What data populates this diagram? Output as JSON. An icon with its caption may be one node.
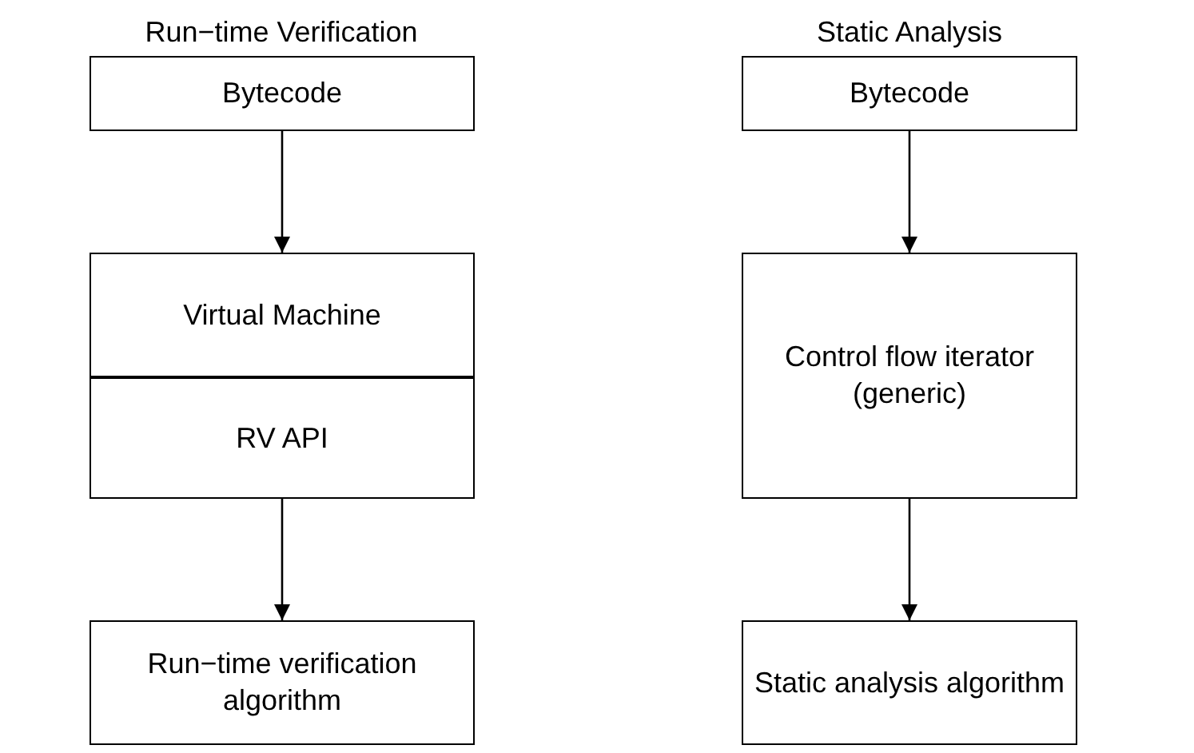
{
  "diagram": {
    "nodes": [
      {
        "text": [
          "Bytecode"
        ]
      },
      {
        "text": [
          "Virtual Machine"
        ]
      },
      {
        "text": [
          "RV API"
        ]
      },
      {
        "text": [
          "Run−time verification algorithm"
        ]
      },
      {
        "text": [
          "Bytecode"
        ]
      },
      {
        "text": [
          "Control flow iterator (generic)"
        ]
      },
      {
        "text": [
          "Static analysis algorithm"
        ]
      }
    ],
    "edges": [
      {
        "from": 0,
        "to": 1,
        "arrow": "to"
      },
      {
        "from": 2,
        "to": 3,
        "arrow": "to"
      },
      {
        "from": 4,
        "to": 5,
        "arrow": "to"
      },
      {
        "from": 5,
        "to": 6,
        "arrow": "to"
      }
    ],
    "labels": [
      "Run−time Verification",
      "Static Analysis"
    ]
  }
}
